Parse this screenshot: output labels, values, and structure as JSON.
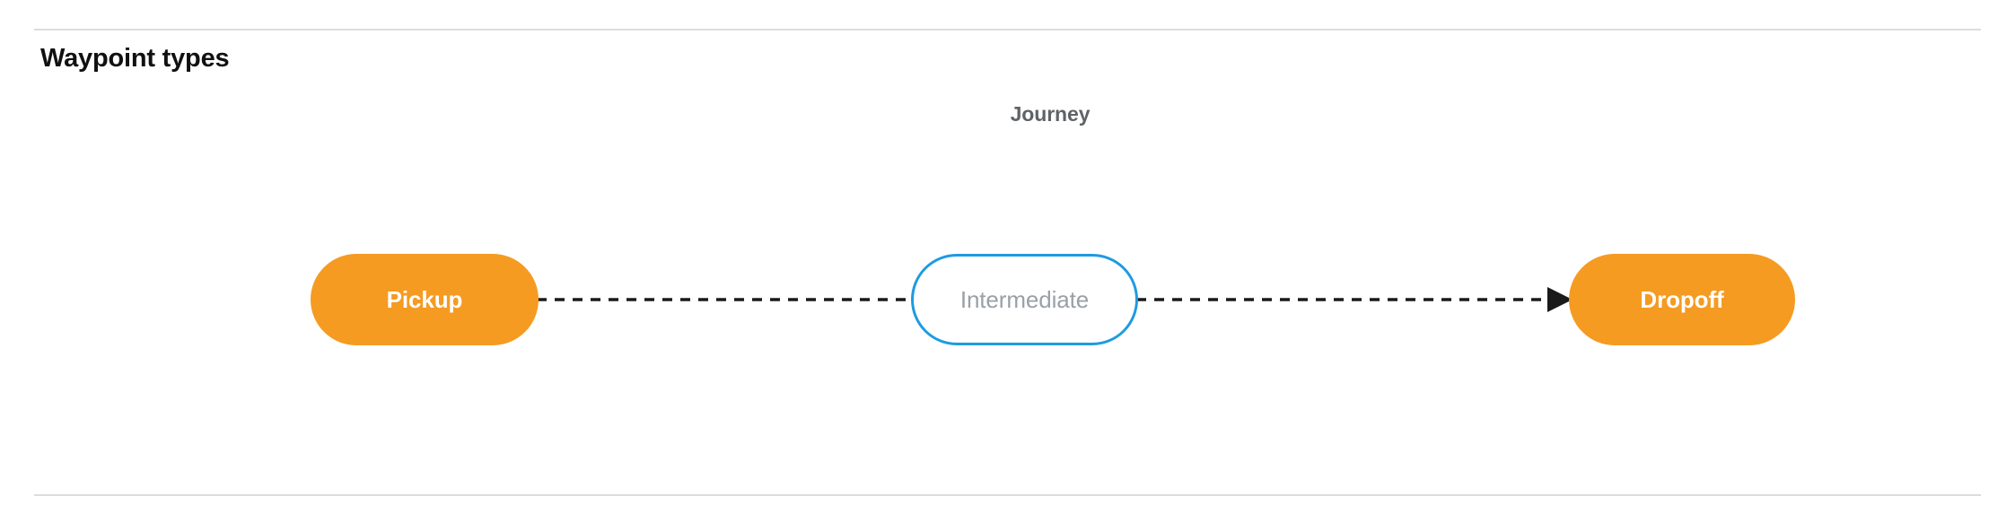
{
  "section": {
    "title": "Waypoint types"
  },
  "diagram": {
    "caption": "Journey",
    "nodes": [
      {
        "id": "pickup",
        "label": "Pickup",
        "type": "terminal",
        "fill": "#f59b22",
        "text_color": "#ffffff"
      },
      {
        "id": "intermediate",
        "label": "Intermediate",
        "type": "intermediate",
        "fill": "#ffffff",
        "border_color": "#1e9be0",
        "text_color": "#9aa0a6"
      },
      {
        "id": "dropoff",
        "label": "Dropoff",
        "type": "terminal",
        "fill": "#f59b22",
        "text_color": "#ffffff"
      }
    ],
    "connectors": [
      {
        "id": "pickup-to-intermediate",
        "style": "dashed",
        "arrowhead": false,
        "color": "#1a1a1a"
      },
      {
        "id": "intermediate-to-dropoff",
        "style": "dashed",
        "arrowhead": true,
        "color": "#1a1a1a"
      }
    ]
  },
  "colors": {
    "terminal_orange": "#f59b22",
    "intermediate_blue": "#1e9be0",
    "caption_gray": "#5f6368",
    "intermediate_text_gray": "#9aa0a6",
    "divider_gray": "#dadce0",
    "title_black": "#111111"
  }
}
